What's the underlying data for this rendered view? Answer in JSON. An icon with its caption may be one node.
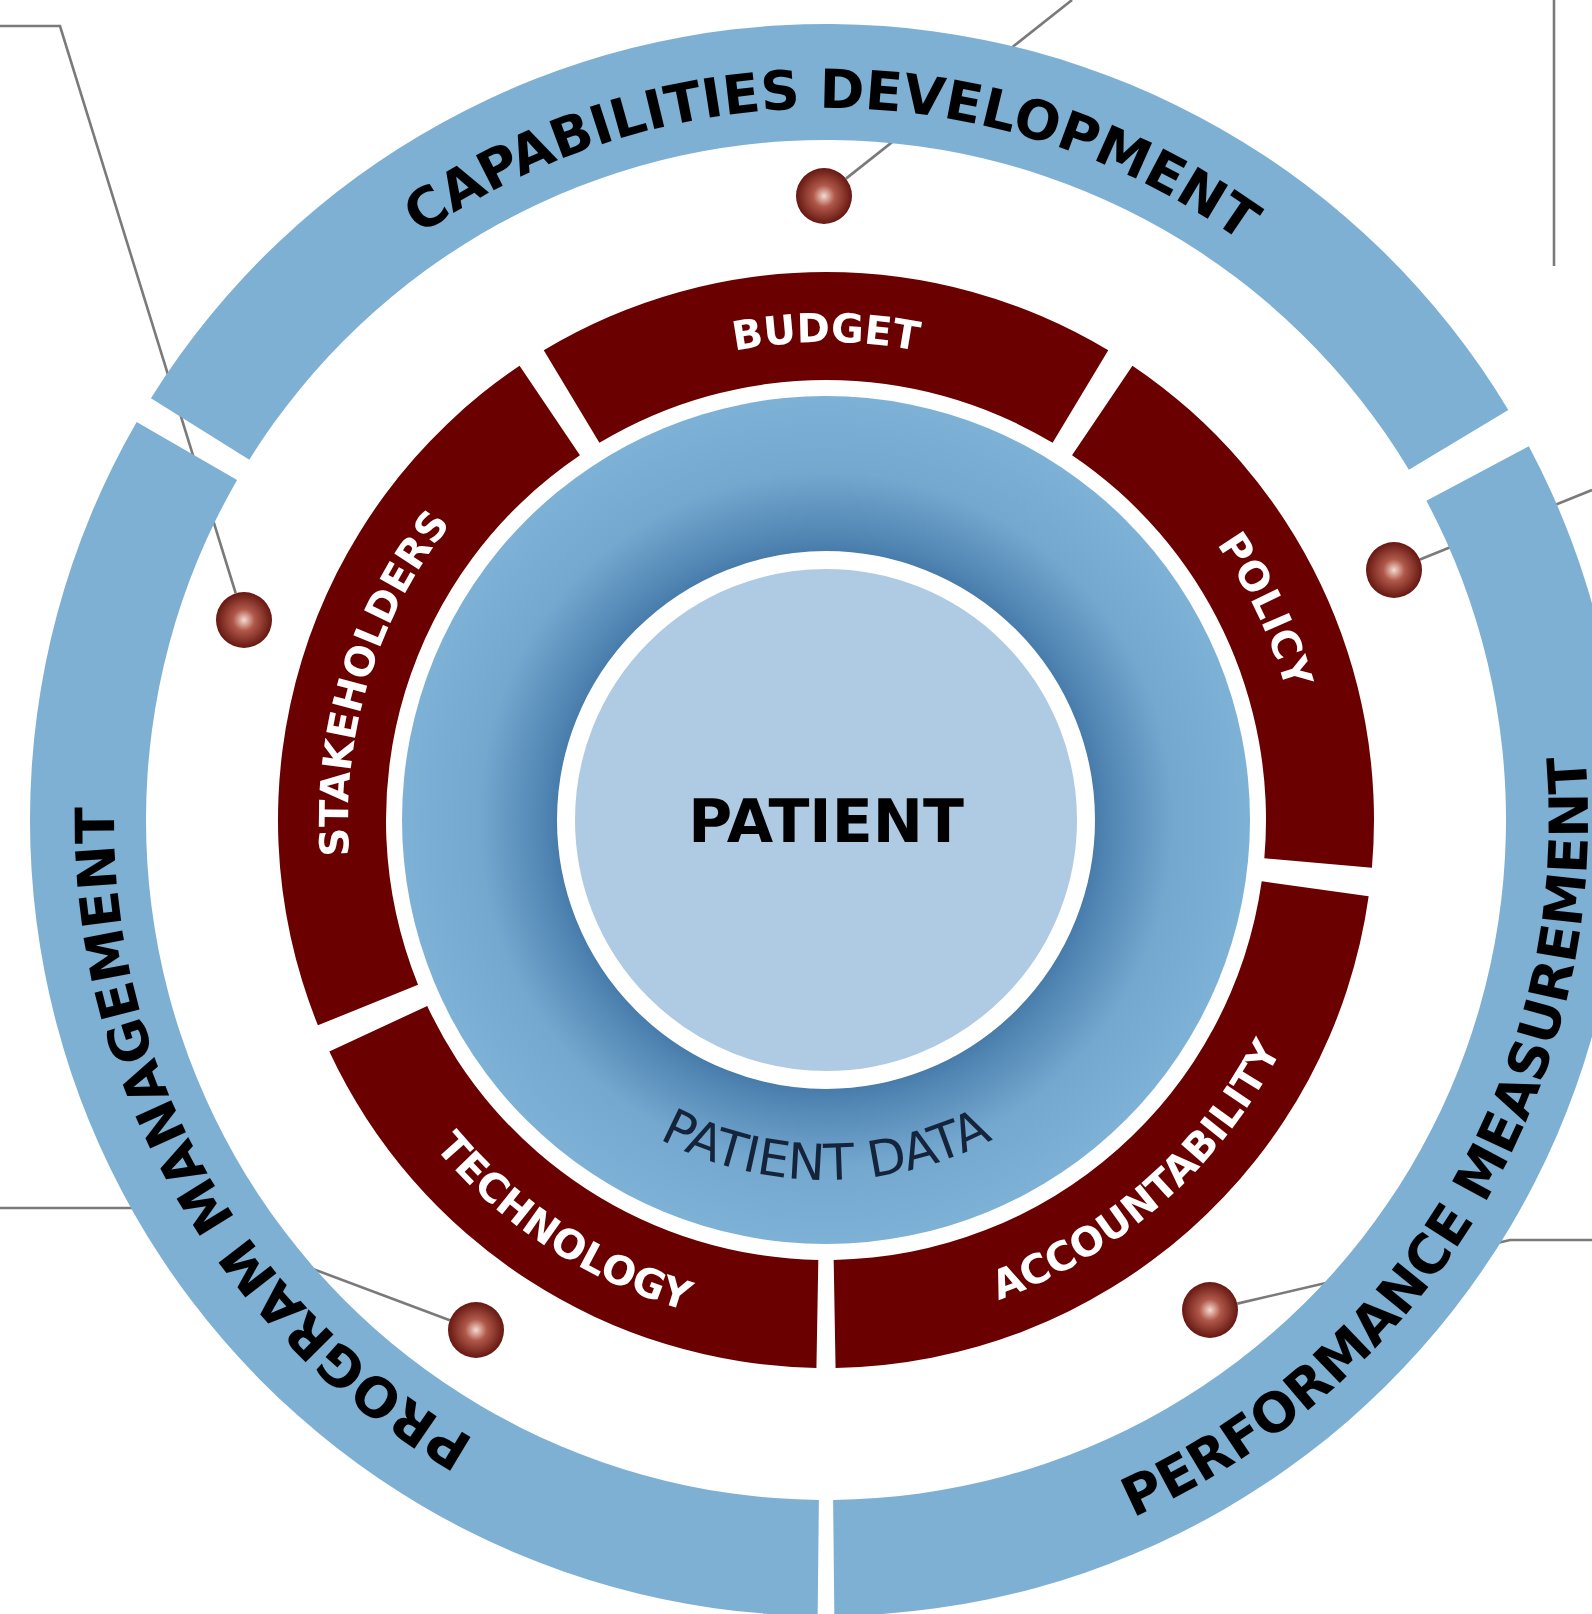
{
  "diagram": {
    "nodes": [
      {
        "text": [
          "CAPABILITIES DEVELOPMENT"
        ]
      },
      {
        "text": [
          "PROGRAM MANAGEMENT"
        ]
      },
      {
        "text": [
          "PERFORMANCE MEASUREMENT"
        ]
      },
      {
        "text": [
          "BUDGET"
        ]
      },
      {
        "text": [
          "POLICY"
        ]
      },
      {
        "text": [
          "ACCOUNTABILITY"
        ]
      },
      {
        "text": [
          "TECHNOLOGY"
        ]
      },
      {
        "text": [
          "STAKEHOLDERS"
        ]
      },
      {
        "text": [
          "PATIENT DATA"
        ]
      },
      {
        "text": [
          "PATIENT"
        ],
        "in": 8
      },
      {
        "text": [],
        "shape": "circle"
      },
      {
        "text": [],
        "shape": "circle"
      },
      {
        "text": [],
        "shape": "circle"
      },
      {
        "text": [],
        "shape": "circle"
      },
      {
        "text": [],
        "shape": "circle"
      }
    ],
    "edges": [
      {
        "from": 10,
        "to": null,
        "arrow": "none"
      },
      {
        "from": 11,
        "to": null,
        "arrow": "none"
      },
      {
        "from": 12,
        "to": null,
        "arrow": "none"
      },
      {
        "from": 13,
        "to": null,
        "arrow": "none"
      },
      {
        "from": 14,
        "to": null,
        "arrow": "none"
      }
    ]
  }
}
